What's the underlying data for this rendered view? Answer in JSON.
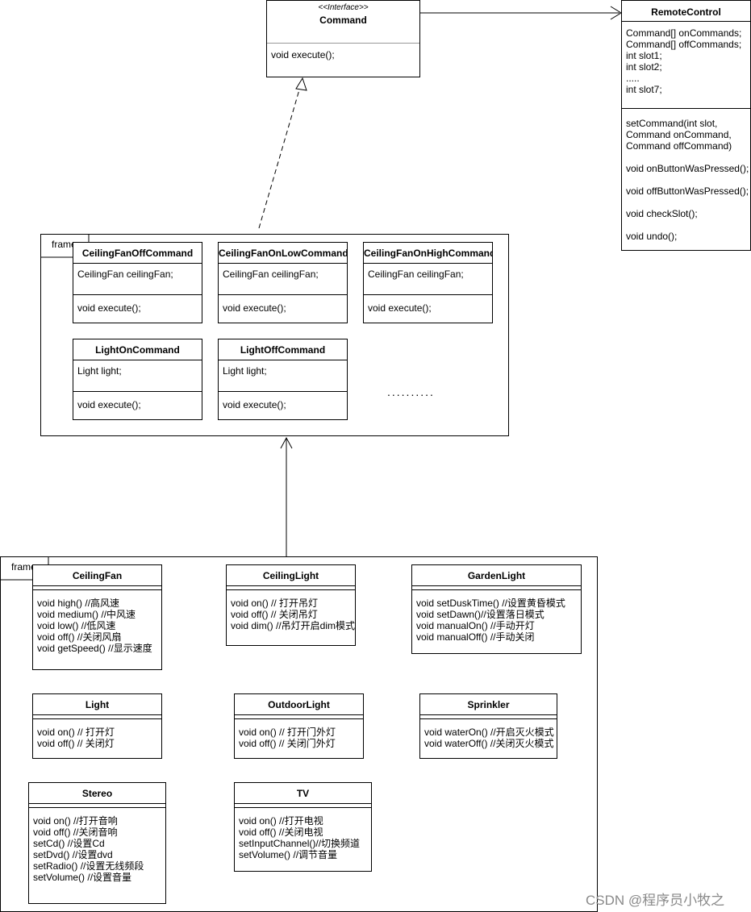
{
  "command": {
    "stereotype": "<<Interface>>",
    "name": "Command",
    "methods": "void execute();"
  },
  "remote": {
    "name": "RemoteControl",
    "fields": "Command[] onCommands;\nCommand[] offCommands;\nint slot1;\nint slot2;\n.....\nint slot7;",
    "methods": "setCommand(int slot,\nCommand onCommand,\nCommand offCommand)\n\nvoid onButtonWasPressed();\n\nvoid offButtonWasPressed();\n\nvoid checkSlot();\n\nvoid undo();"
  },
  "frame_commands": {
    "label": "frame",
    "ellipsis": "..........",
    "classes": [
      {
        "name": "CeilingFanOffCommand",
        "fields": "CeilingFan ceilingFan;",
        "methods": "void execute();"
      },
      {
        "name": "CeilingFanOnLowCommand",
        "fields": "CeilingFan ceilingFan;",
        "methods": "void execute();"
      },
      {
        "name": "CeilingFanOnHighCommand",
        "fields": "CeilingFan ceilingFan;",
        "methods": "void execute();"
      },
      {
        "name": "LightOnCommand",
        "fields": "Light light;",
        "methods": "void execute();"
      },
      {
        "name": "LightOffCommand",
        "fields": "Light light;",
        "methods": "void execute();"
      }
    ]
  },
  "frame_receivers": {
    "label": "frame",
    "classes": [
      {
        "name": "CeilingFan",
        "methods": "void high() //高风速\nvoid medium() //中风速\nvoid low() //低风速\nvoid off() //关闭风扇\nvoid getSpeed() //显示速度"
      },
      {
        "name": "CeilingLight",
        "methods": "void on() // 打开吊灯\nvoid off() // 关闭吊灯\nvoid dim() //吊灯开启dim模式"
      },
      {
        "name": "GardenLight",
        "methods": "void setDuskTime() //设置黄昏模式\nvoid setDawn()//设置落日模式\nvoid manualOn() //手动开灯\nvoid manualOff() //手动关闭"
      },
      {
        "name": "Light",
        "methods": "void on() // 打开灯\nvoid off() // 关闭灯"
      },
      {
        "name": "OutdoorLight",
        "methods": "void on() // 打开门外灯\nvoid off() // 关闭门外灯"
      },
      {
        "name": "Sprinkler",
        "methods": "void waterOn() //开启灭火模式\nvoid waterOff() //关闭灭火模式"
      },
      {
        "name": "Stereo",
        "methods": "void on() //打开音响\nvoid off() //关闭音响\nsetCd() //设置Cd\nsetDvd() //设置dvd\nsetRadio() //设置无线频段\nsetVolume() //设置音量"
      },
      {
        "name": "TV",
        "methods": "void on() //打开电视\nvoid off() //关闭电视\nsetInputChannel()//切换频道\nsetVolume() //调节音量"
      }
    ]
  },
  "watermark": "CSDN @程序员小牧之"
}
